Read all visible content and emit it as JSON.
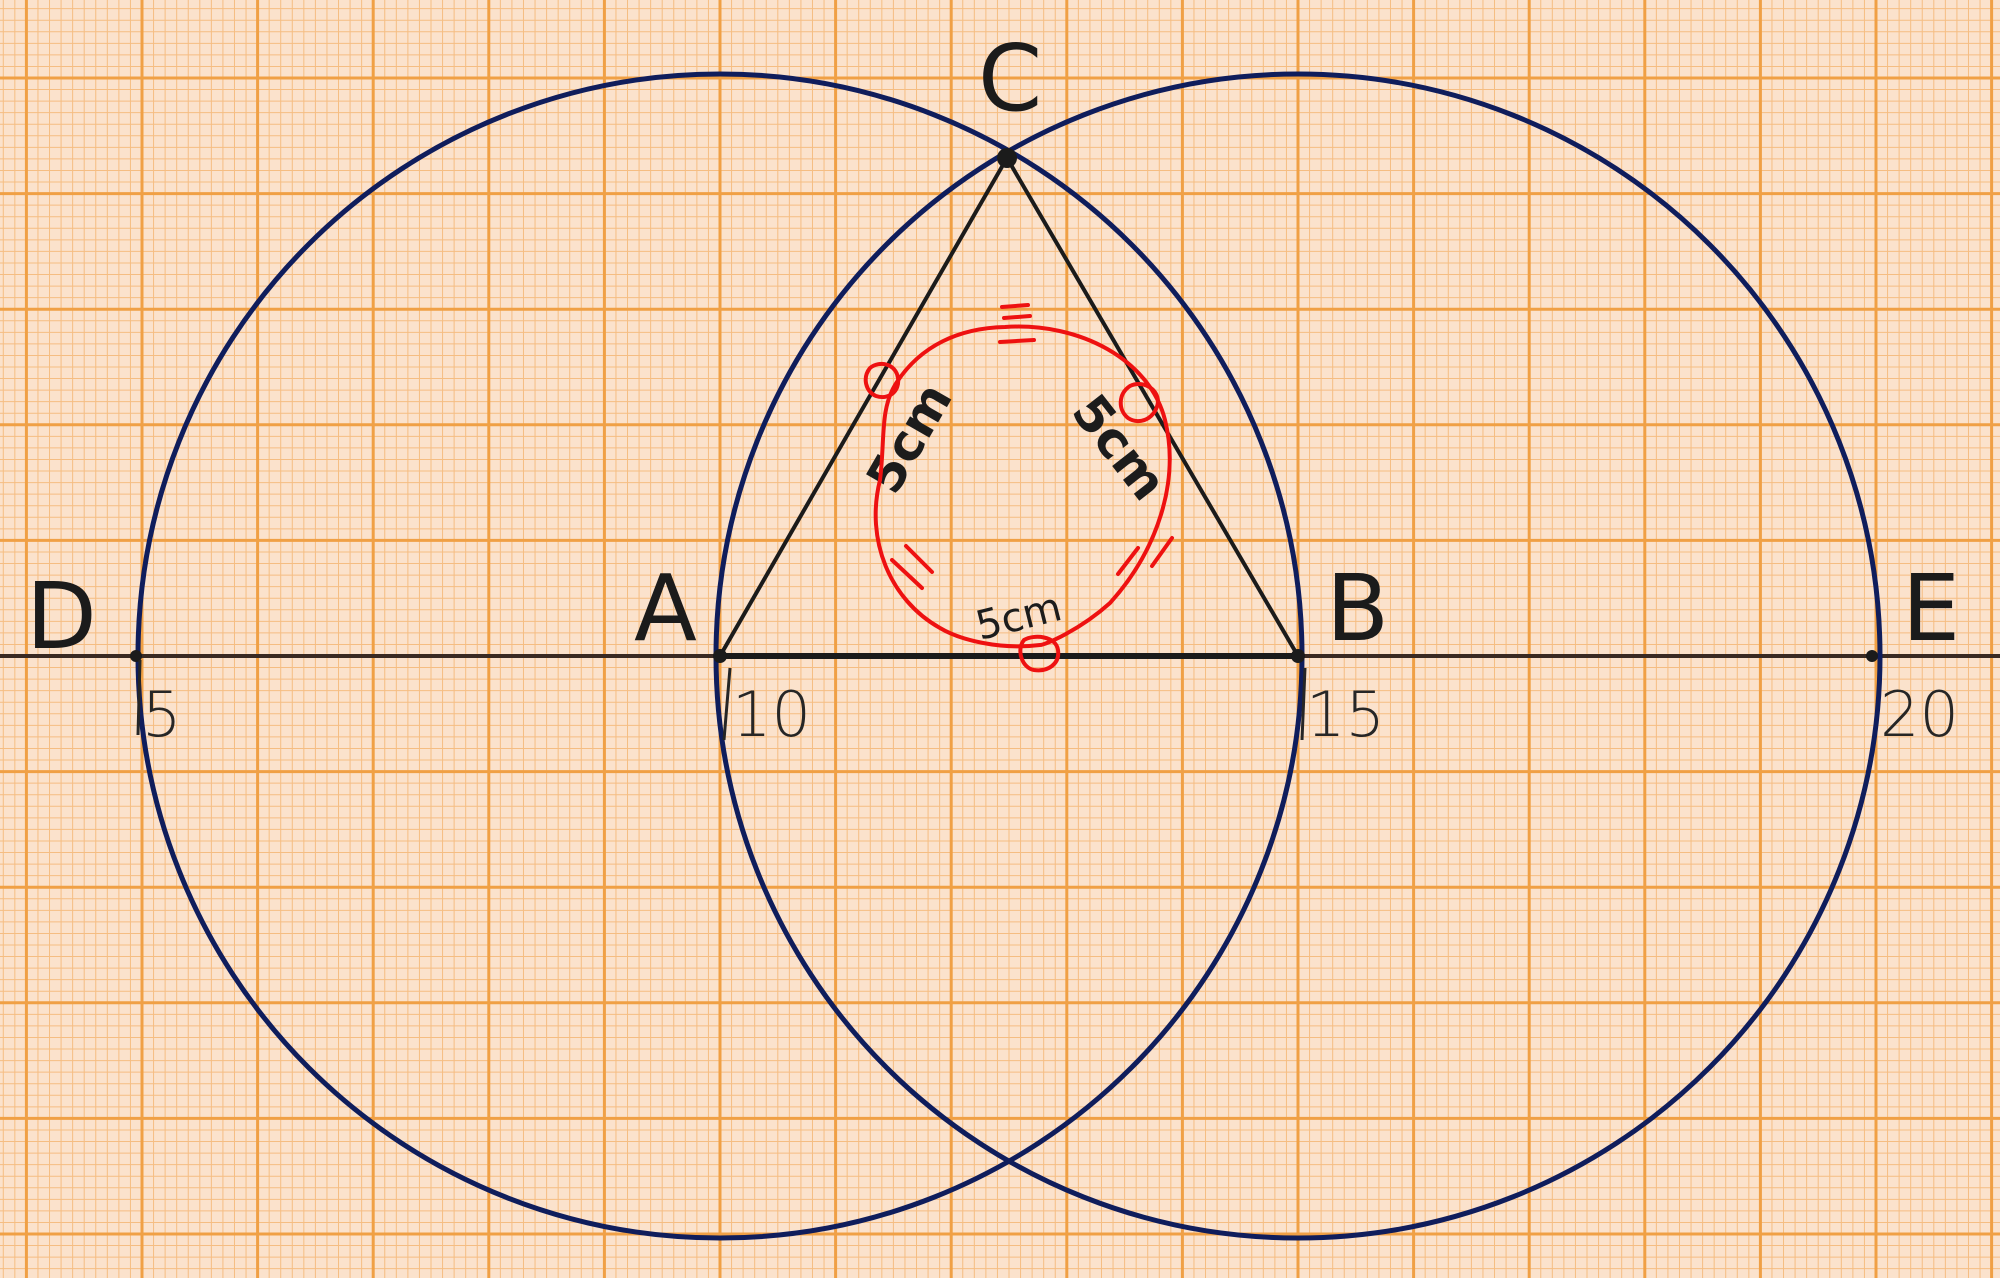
{
  "points": {
    "A": "A",
    "B": "B",
    "C": "C",
    "D": "D",
    "E": "E"
  },
  "ticks": [
    "5",
    "10",
    "15",
    "20"
  ],
  "side_lengths": {
    "AC": "5cm",
    "BC": "5cm",
    "AB": "5cm"
  },
  "colors": {
    "paper": "#fbe2cc",
    "grid_major": "#f0a045",
    "grid_minor": "#f5bd82",
    "circle": "#0f1d5c",
    "ink": "#1b1b1b",
    "markup": "#ee1111"
  }
}
